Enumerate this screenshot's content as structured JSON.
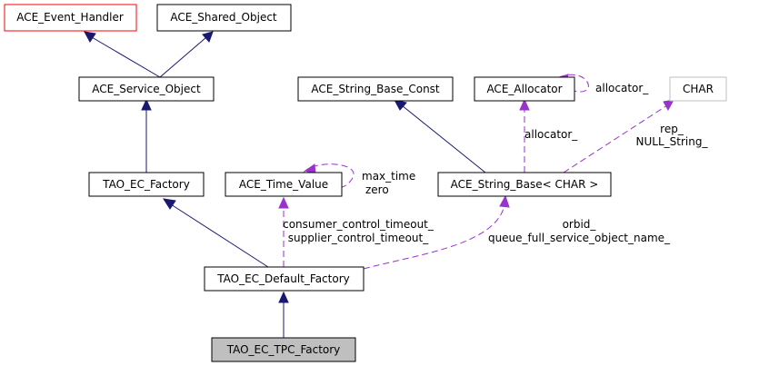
{
  "nodes": {
    "event_handler": "ACE_Event_Handler",
    "shared_object": "ACE_Shared_Object",
    "service_object": "ACE_Service_Object",
    "string_base_const": "ACE_String_Base_Const",
    "allocator": "ACE_Allocator",
    "char": "CHAR",
    "ec_factory": "TAO_EC_Factory",
    "time_value": "ACE_Time_Value",
    "string_base": "ACE_String_Base< CHAR >",
    "default_factory": "TAO_EC_Default_Factory",
    "tpc_factory": "TAO_EC_TPC_Factory"
  },
  "edge_labels": {
    "allocator_self": "allocator_",
    "allocator_use": "allocator_",
    "rep": "rep_",
    "null_string": "NULL_String_",
    "max_time": "max_time",
    "zero": "zero",
    "consumer_timeout": "consumer_control_timeout_",
    "supplier_timeout": "supplier_control_timeout_",
    "orbid": "orbid_",
    "queue_full": "queue_full_service_object_name_"
  },
  "colors": {
    "inheritance": "#191970",
    "usage": "#9a32cd",
    "highlight_node": "#bfbfbf",
    "external_node_border": "#ff0000"
  }
}
